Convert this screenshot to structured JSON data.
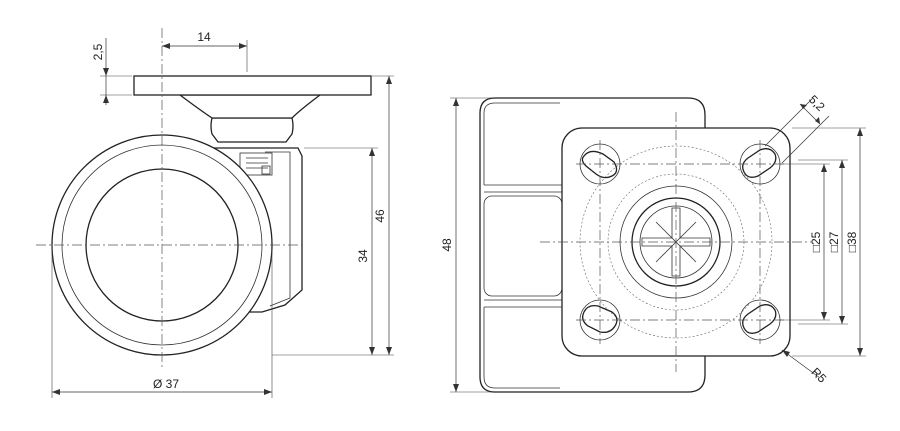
{
  "dimensions": {
    "plate_width": "14",
    "plate_thickness": "2,5",
    "total_height": "46",
    "wheel_height": "34",
    "wheel_diameter": "Ø 37",
    "body_height": "48",
    "hole_diameter": "5,2",
    "square_25": "□25",
    "square_27": "□27",
    "square_38": "□38",
    "corner_radius": "R5"
  },
  "colors": {
    "line": "#222222",
    "background": "#ffffff"
  }
}
